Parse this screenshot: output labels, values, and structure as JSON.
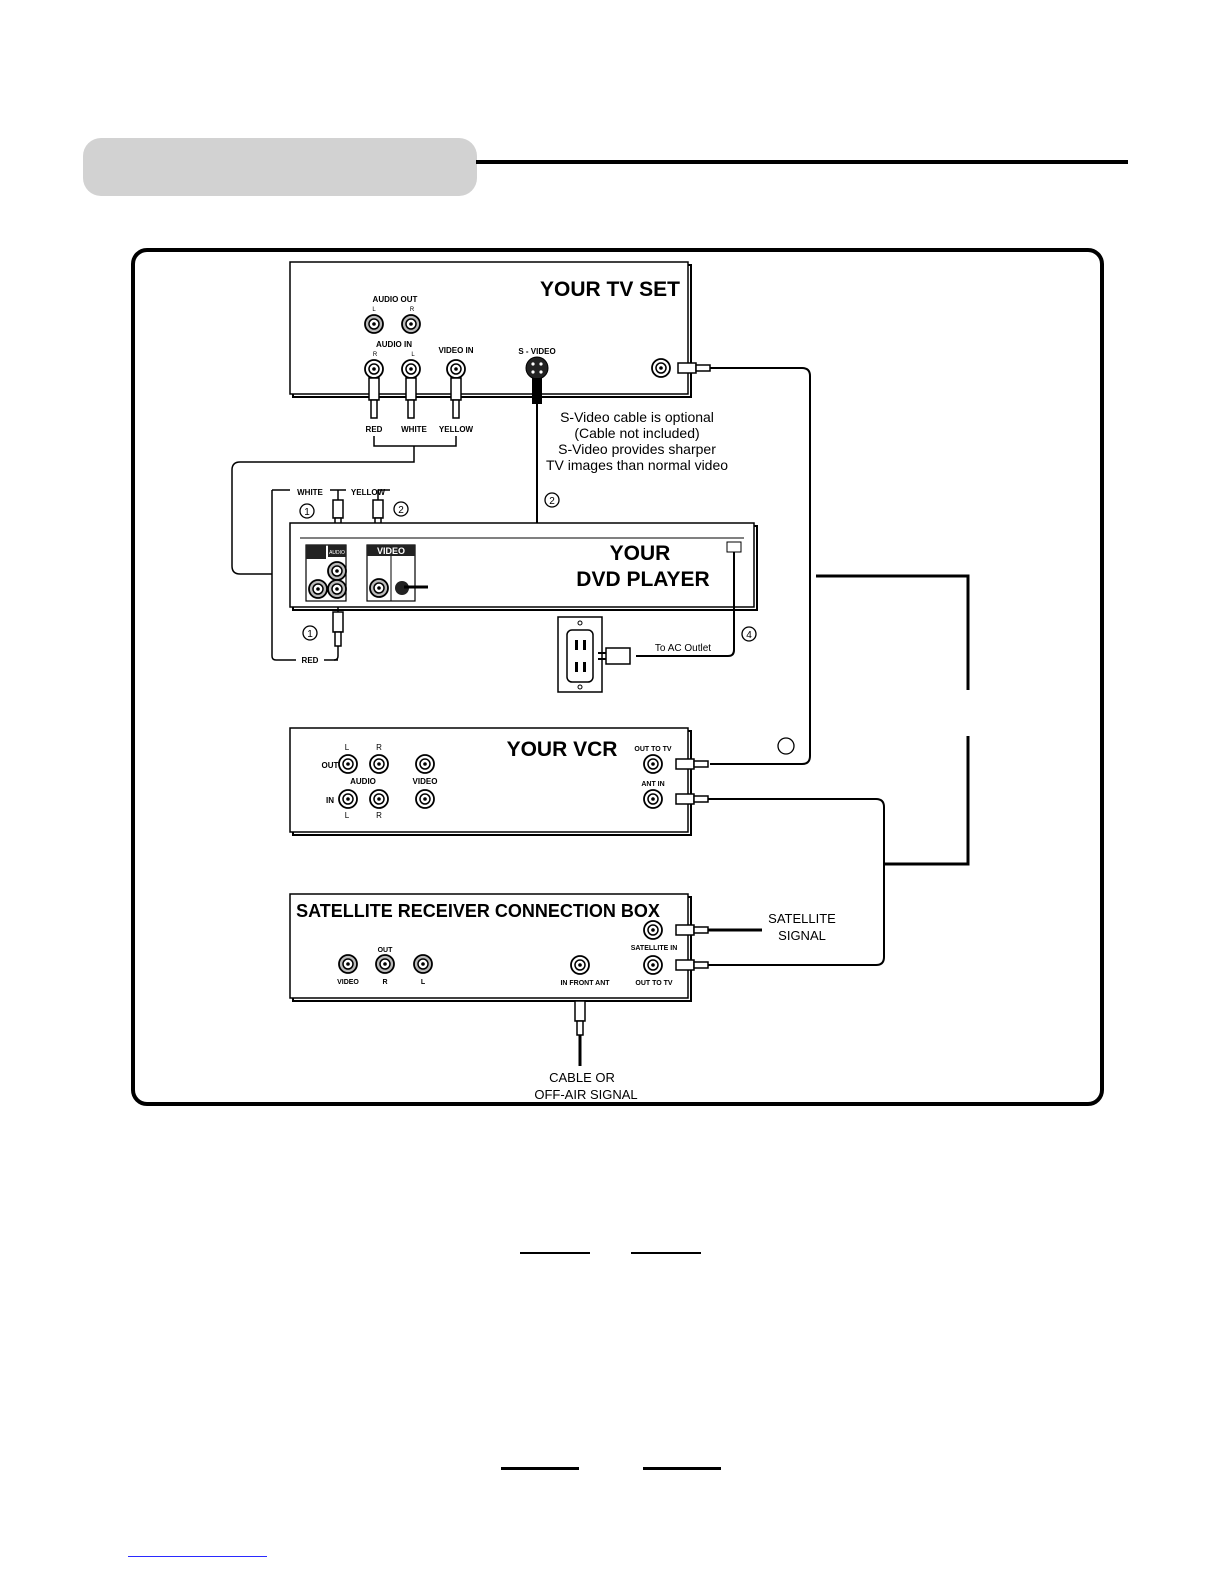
{
  "labels": {
    "tv_title": "YOUR TV SET",
    "audio_out": "AUDIO OUT",
    "audio_in": "AUDIO IN",
    "video_in": "VIDEO IN",
    "s_video": "S - VIDEO",
    "L": "L",
    "R": "R",
    "red": "RED",
    "white": "WHITE",
    "yellow": "YELLOW",
    "svideo_note_1": "S-Video cable is optional",
    "svideo_note_2": "(Cable not included)",
    "svideo_note_3": "S-Video provides sharper",
    "svideo_note_4": "TV images than normal video",
    "num_1": "1",
    "num_2": "2",
    "num_4": "4",
    "dvd_title_1": "YOUR",
    "dvd_title_2": "DVD PLAYER",
    "dvd_video": "VIDEO",
    "dvd_audio": "AUDIO",
    "to_ac_outlet": "To AC Outlet",
    "vcr_title": "YOUR VCR",
    "vcr_out": "OUT",
    "vcr_in": "IN",
    "vcr_audio": "AUDIO",
    "vcr_video": "VIDEO",
    "vcr_out_to_tv": "OUT TO TV",
    "vcr_ant_in": "ANT IN",
    "sat_title": "SATELLITE RECEIVER CONNECTION BOX",
    "sat_out": "OUT",
    "sat_video": "VIDEO",
    "sat_r": "R",
    "sat_l": "L",
    "sat_in_front_ant": "IN FRONT ANT",
    "sat_satellite_in": "SATELLITE IN",
    "sat_out_to_tv": "OUT TO TV",
    "satellite_signal_1": "SATELLITE",
    "satellite_signal_2": "SIGNAL",
    "cable_signal_1": "CABLE OR",
    "cable_signal_2": "OFF-AIR SIGNAL"
  }
}
